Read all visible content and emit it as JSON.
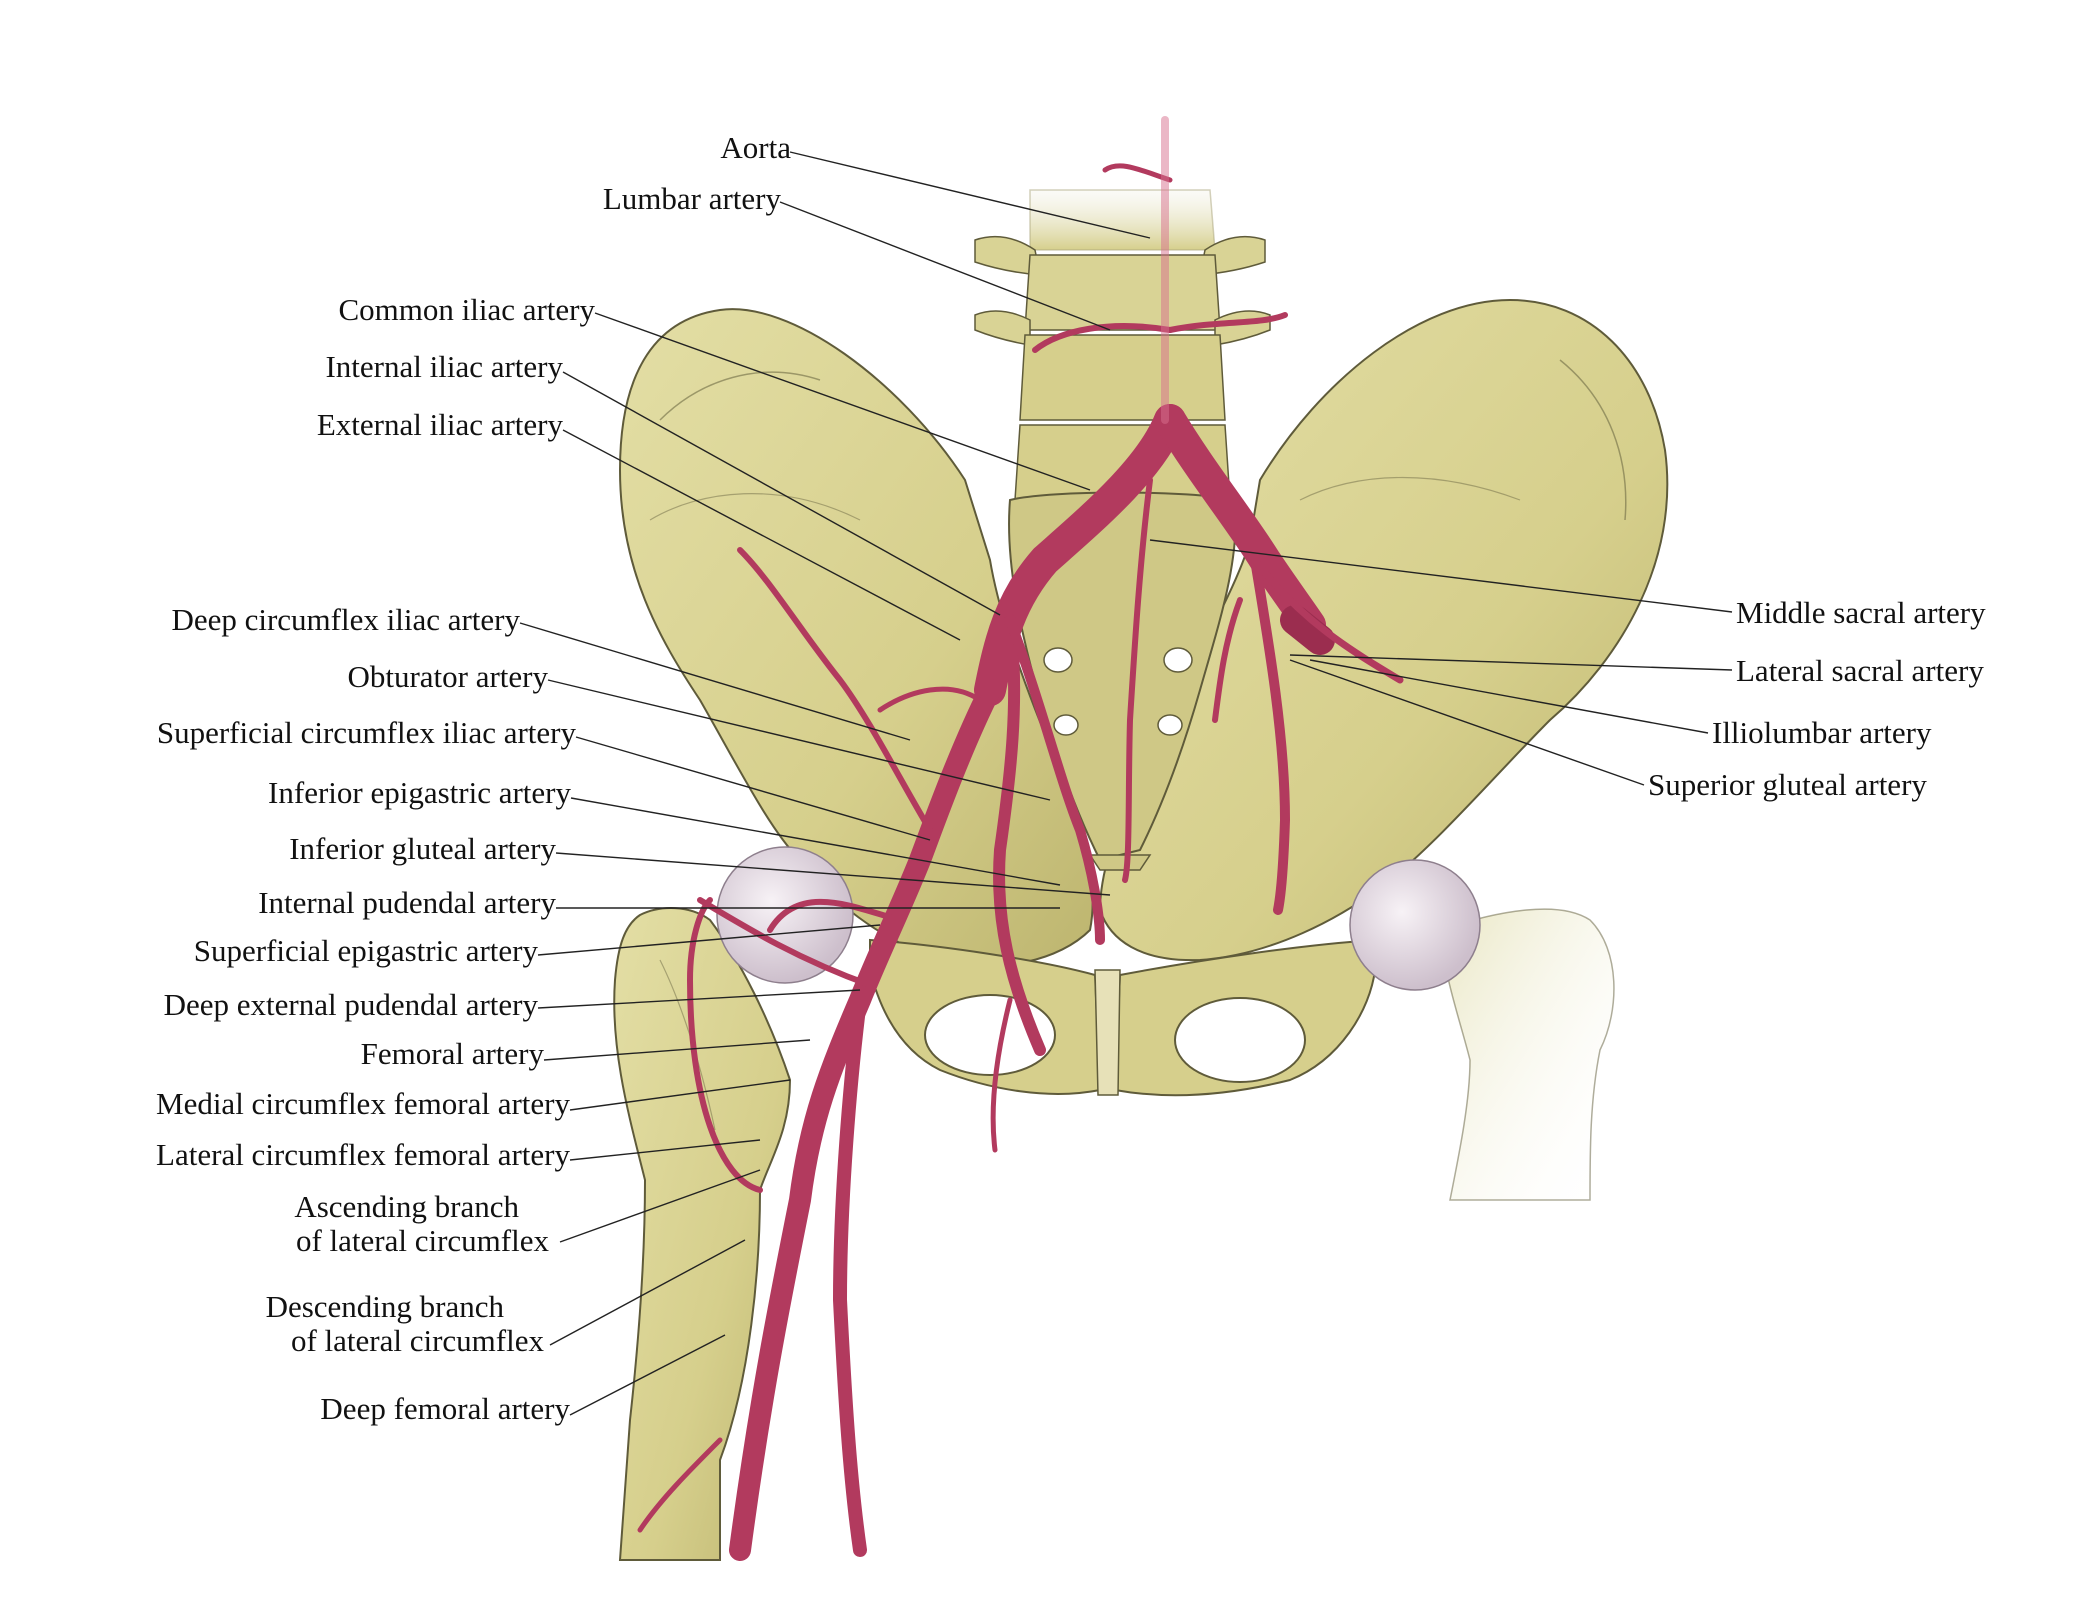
{
  "palette": {
    "bone": "#d9d395",
    "bone_shadow": "#b7b06a",
    "bone_outline": "#5f5b3a",
    "cartilage": "#ece4ec",
    "artery": "#b23a5e",
    "artery_light": "#d86f8e",
    "leader": "#222222",
    "text": "#111111"
  },
  "labels": {
    "aorta": "Aorta",
    "lumbar_artery": "Lumbar artery",
    "common_iliac": "Common iliac artery",
    "internal_iliac": "Internal iliac artery",
    "external_iliac": "External iliac artery",
    "deep_circumflex_iliac": "Deep circumflex iliac artery",
    "obturator": "Obturator artery",
    "superficial_circumflex_iliac": "Superficial circumflex iliac artery",
    "inferior_epigastric": "Inferior epigastric artery",
    "inferior_gluteal": "Inferior gluteal artery",
    "internal_pudendal": "Internal pudendal artery",
    "superficial_epigastric": "Superficial epigastric artery",
    "deep_external_pudendal": "Deep external pudendal artery",
    "femoral": "Femoral artery",
    "medial_circumflex_femoral": "Medial circumflex femoral artery",
    "lateral_circumflex_femoral": "Lateral circumflex femoral artery",
    "ascending_branch_line1": "Ascending branch",
    "ascending_branch_line2": "of lateral circumflex",
    "descending_branch_line1": "Descending branch",
    "descending_branch_line2": "of lateral circumflex",
    "deep_femoral": "Deep femoral artery",
    "middle_sacral": "Middle sacral artery",
    "lateral_sacral": "Lateral sacral artery",
    "illiolumbar": "Illiolumbar artery",
    "superior_gluteal": "Superior gluteal artery"
  }
}
